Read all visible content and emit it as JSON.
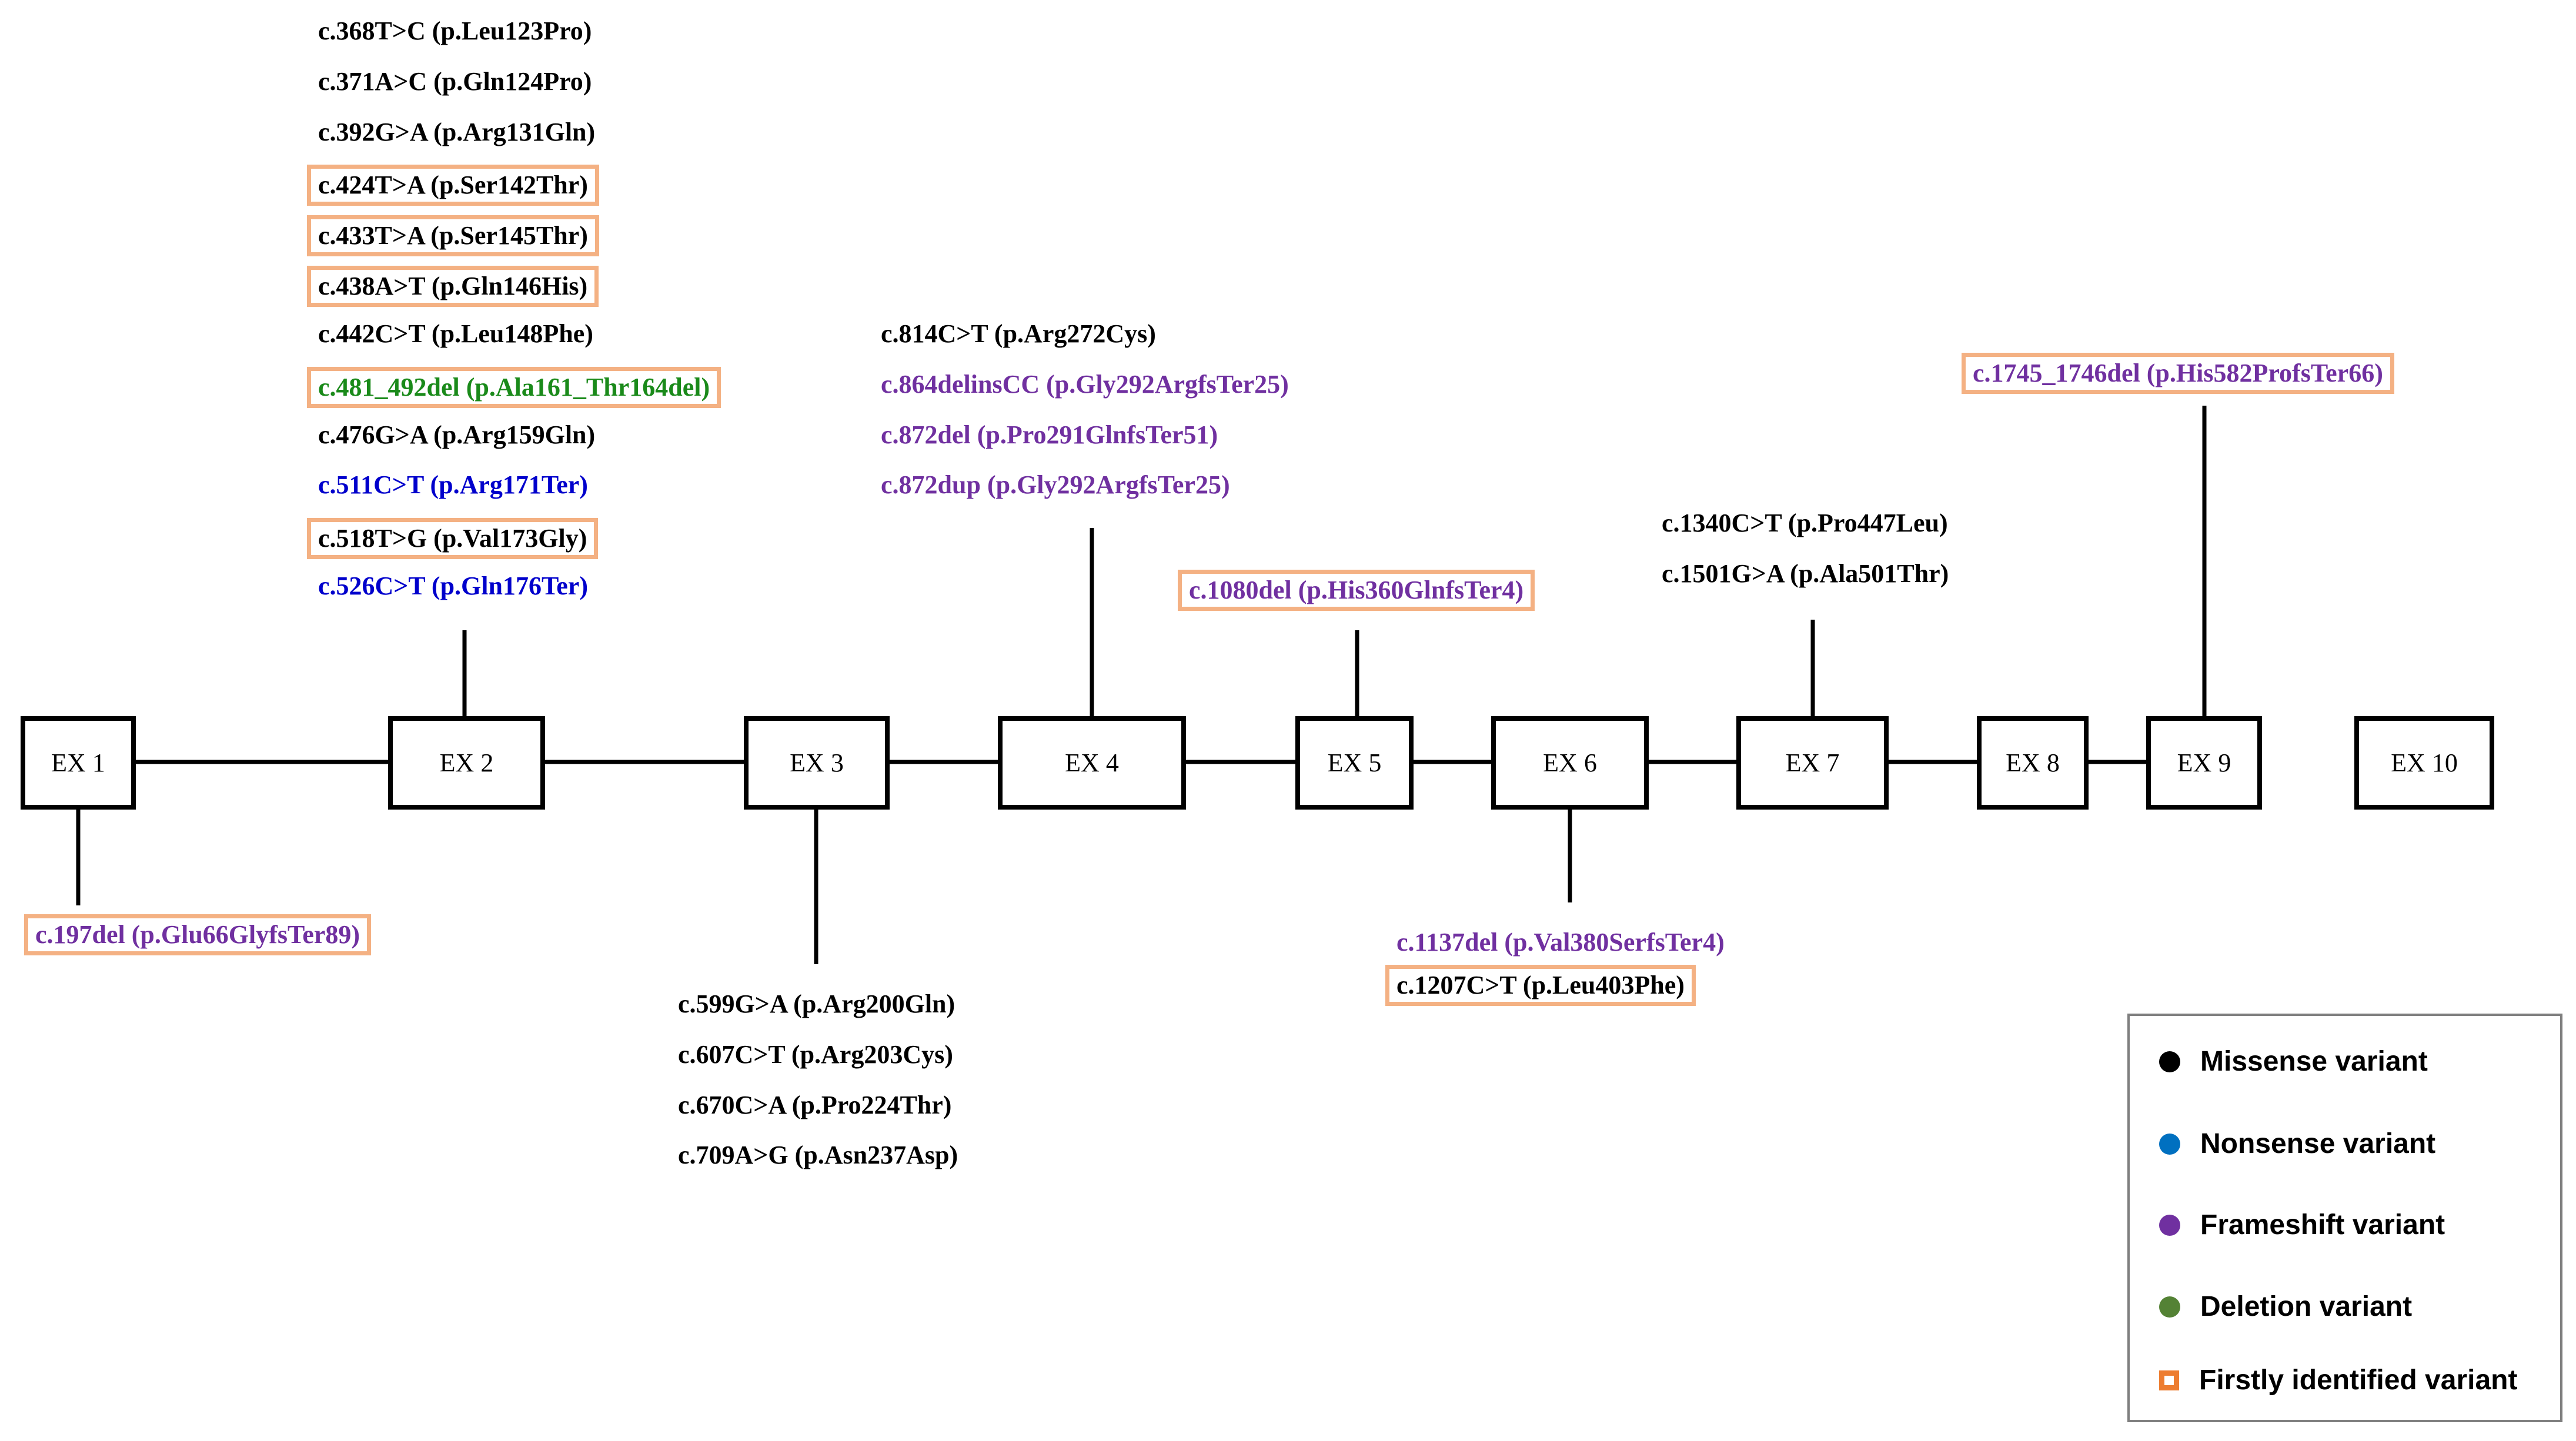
{
  "colors": {
    "missense": "#000000",
    "nonsense": "#0000cc",
    "frameshift": "#7030a0",
    "deletion": "#1a8a1a",
    "first_box": "#f4b183",
    "legend_missense": "#000000",
    "legend_nonsense": "#0070c0",
    "legend_frameshift": "#7030a0",
    "legend_deletion": "#548235",
    "legend_first": "#ed7d31"
  },
  "exons": [
    {
      "id": "ex1",
      "label": "EX 1"
    },
    {
      "id": "ex2",
      "label": "EX 2"
    },
    {
      "id": "ex3",
      "label": "EX 3"
    },
    {
      "id": "ex4",
      "label": "EX 4"
    },
    {
      "id": "ex5",
      "label": "EX 5"
    },
    {
      "id": "ex6",
      "label": "EX 6"
    },
    {
      "id": "ex7",
      "label": "EX 7"
    },
    {
      "id": "ex8",
      "label": "EX 8"
    },
    {
      "id": "ex9",
      "label": "EX 9"
    },
    {
      "id": "ex10",
      "label": "EX 10"
    }
  ],
  "variant_groups": {
    "ex1_below": [
      {
        "text": "c.197del (p.Glu66GlyfsTer89)",
        "type": "frameshift",
        "first": true
      }
    ],
    "ex2_above": [
      {
        "text": "c.368T>C (p.Leu123Pro)",
        "type": "missense",
        "first": false
      },
      {
        "text": "c.371A>C (p.Gln124Pro)",
        "type": "missense",
        "first": false
      },
      {
        "text": "c.392G>A (p.Arg131Gln)",
        "type": "missense",
        "first": false
      },
      {
        "text": "c.424T>A (p.Ser142Thr)",
        "type": "missense",
        "first": true
      },
      {
        "text": "c.433T>A (p.Ser145Thr)",
        "type": "missense",
        "first": true
      },
      {
        "text": "c.438A>T (p.Gln146His)",
        "type": "missense",
        "first": true
      },
      {
        "text": "c.442C>T (p.Leu148Phe)",
        "type": "missense",
        "first": false
      },
      {
        "text": "c.481_492del (p.Ala161_Thr164del)",
        "type": "deletion",
        "first": true
      },
      {
        "text": "c.476G>A (p.Arg159Gln)",
        "type": "missense",
        "first": false
      },
      {
        "text": "c.511C>T (p.Arg171Ter)",
        "type": "nonsense",
        "first": false
      },
      {
        "text": "c.518T>G (p.Val173Gly)",
        "type": "missense",
        "first": true
      },
      {
        "text": "c.526C>T (p.Gln176Ter)",
        "type": "nonsense",
        "first": false
      }
    ],
    "ex3_below": [
      {
        "text": "c.599G>A (p.Arg200Gln)",
        "type": "missense",
        "first": false
      },
      {
        "text": "c.607C>T (p.Arg203Cys)",
        "type": "missense",
        "first": false
      },
      {
        "text": "c.670C>A (p.Pro224Thr)",
        "type": "missense",
        "first": false
      },
      {
        "text": "c.709A>G (p.Asn237Asp)",
        "type": "missense",
        "first": false
      }
    ],
    "ex4_above": [
      {
        "text": "c.814C>T (p.Arg272Cys)",
        "type": "missense",
        "first": false
      },
      {
        "text": "c.864delinsCC (p.Gly292ArgfsTer25)",
        "type": "frameshift",
        "first": false
      },
      {
        "text": "c.872del (p.Pro291GlnfsTer51)",
        "type": "frameshift",
        "first": false
      },
      {
        "text": "c.872dup (p.Gly292ArgfsTer25)",
        "type": "frameshift",
        "first": false
      }
    ],
    "ex5_above": [
      {
        "text": "c.1080del (p.His360GlnfsTer4)",
        "type": "frameshift",
        "first": true
      }
    ],
    "ex6_below": [
      {
        "text": "c.1137del (p.Val380SerfsTer4)",
        "type": "frameshift",
        "first": false
      },
      {
        "text": "c.1207C>T (p.Leu403Phe)",
        "type": "missense",
        "first": true
      }
    ],
    "ex7_above": [
      {
        "text": "c.1340C>T (p.Pro447Leu)",
        "type": "missense",
        "first": false
      },
      {
        "text": "c.1501G>A (p.Ala501Thr)",
        "type": "missense",
        "first": false
      }
    ],
    "ex9_above": [
      {
        "text": "c.1745_1746del (p.His582ProfsTer66)",
        "type": "frameshift",
        "first": true
      }
    ]
  },
  "legend": {
    "missense": "Missense variant",
    "nonsense": "Nonsense variant",
    "frameshift": "Frameshift variant",
    "deletion": "Deletion variant",
    "first": "Firstly identified variant"
  }
}
